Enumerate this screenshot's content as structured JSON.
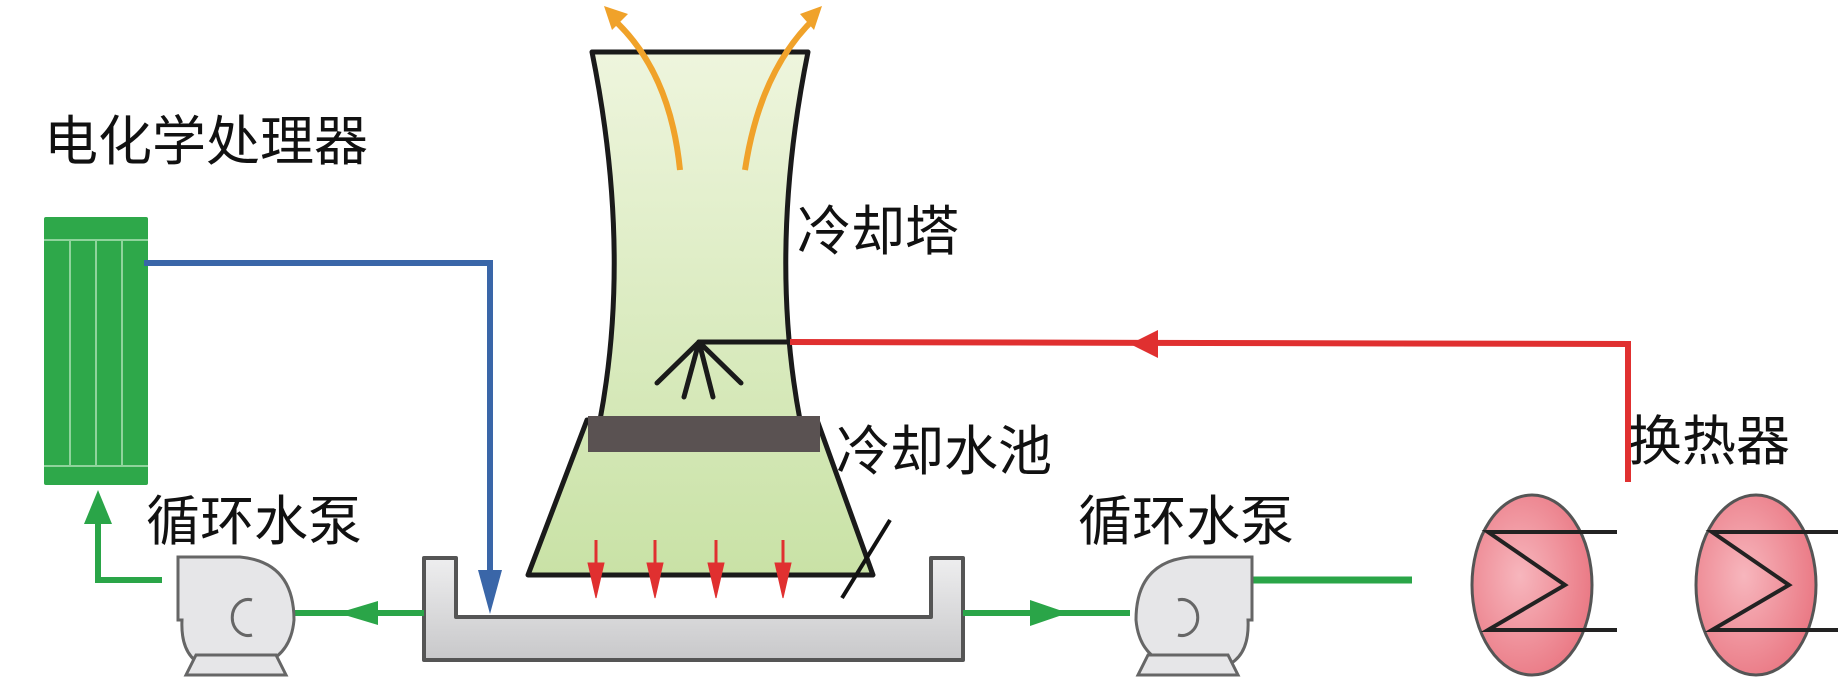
{
  "labels": {
    "electrochemical_processor": "电化学处理器",
    "cooling_tower": "冷却塔",
    "cooling_pool": "冷却水池",
    "pump_left": "循环水泵",
    "pump_right": "循环水泵",
    "heat_exchanger": "换热器"
  },
  "colors": {
    "processor_green": "#2ea84a",
    "blue_pipe": "#3a66a8",
    "red_pipe": "#e03030",
    "green_pipe": "#2aa548",
    "tower_fill": "#d6e8b8",
    "tower_band": "#5a5252",
    "exhaust_orange": "#f0a22a",
    "exchanger_fill": "#f08a94",
    "pump_fill": "#e6e6e8",
    "pool_fill": "#d8d8da"
  }
}
